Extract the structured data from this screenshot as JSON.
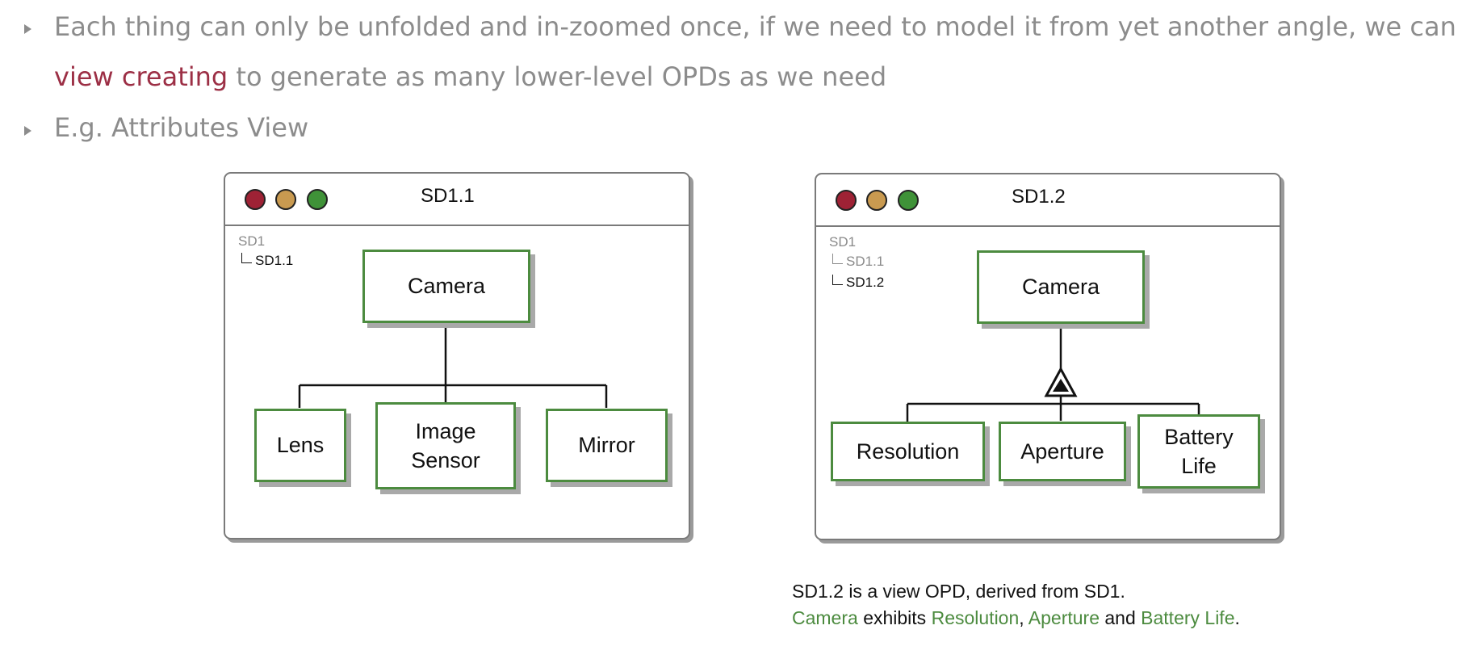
{
  "bullets": [
    {
      "line1": "Each thing can only be unfolded and in-zoomed once, if we need to model it from yet another angle, we can use",
      "highlight": "view creating",
      "line2_rest": " to generate as many lower-level OPDs as we need"
    },
    {
      "text": "E.g. Attributes View"
    }
  ],
  "colors": {
    "accent": "#9c2f45",
    "thing_border": "#4c8b3f",
    "bullet_text": "#8c8c8c",
    "light_red": "#9e2235",
    "light_yellow": "#c99a50",
    "light_green": "#3f9238"
  },
  "windows": [
    {
      "title": "SD1.1",
      "breadcrumb": {
        "root": "SD1",
        "items": [
          "SD1.1"
        ]
      },
      "parent": "Camera",
      "link_type": "aggregation-participation",
      "parts": [
        "Lens",
        "Image Sensor",
        "Mirror"
      ]
    },
    {
      "title": "SD1.2",
      "breadcrumb": {
        "root": "SD1",
        "items": [
          "SD1.1",
          "SD1.2"
        ]
      },
      "parent": "Camera",
      "link_type": "exhibition-characterization",
      "parts": [
        "Resolution",
        "Aperture",
        "Battery Life"
      ]
    }
  ],
  "caption": {
    "line1": "SD1.2 is a view OPD, derived from SD1.",
    "line2": {
      "subject": "Camera",
      "verb": " exhibits ",
      "attr1": "Resolution",
      "sep1": ", ",
      "attr2": "Aperture",
      "sep2": " and ",
      "attr3": "Battery Life",
      "end": "."
    }
  }
}
